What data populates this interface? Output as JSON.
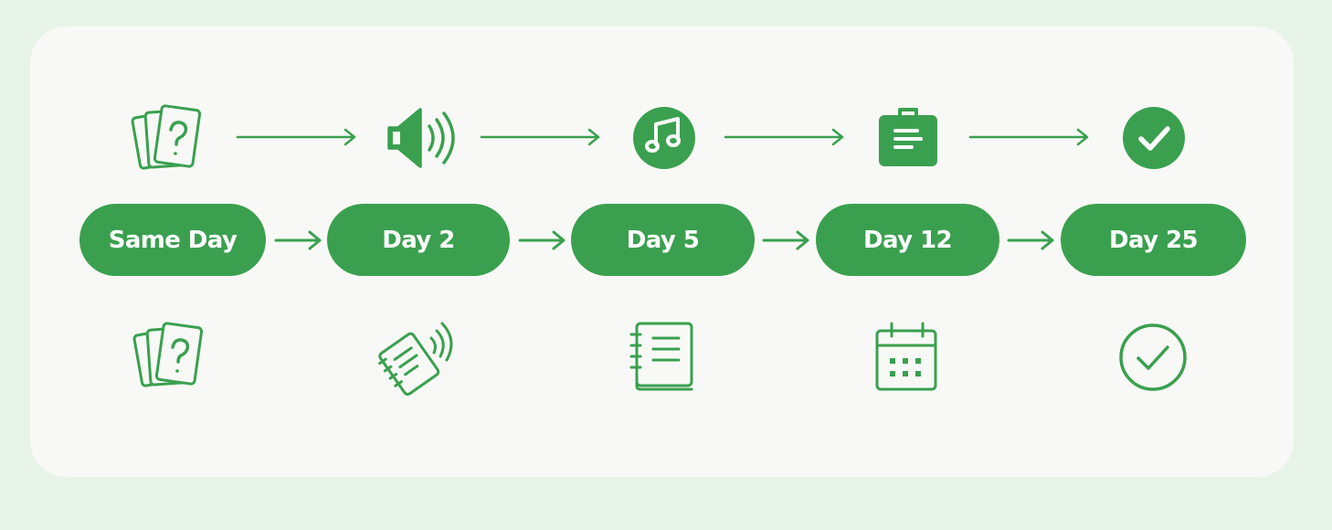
{
  "colors": {
    "accent": "#3aa04f",
    "background": "#e8f4e7",
    "card": "#f8f9f6"
  },
  "steps": [
    {
      "label": "Same Day",
      "top_icon": "flashcards-question-icon",
      "bottom_icon": "flashcards-question-icon"
    },
    {
      "label": "Day 2",
      "top_icon": "speaker-icon",
      "bottom_icon": "notepad-sound-icon"
    },
    {
      "label": "Day 5",
      "top_icon": "music-note-icon",
      "bottom_icon": "notebook-icon"
    },
    {
      "label": "Day 12",
      "top_icon": "briefcase-notes-icon",
      "bottom_icon": "calendar-icon"
    },
    {
      "label": "Day 25",
      "top_icon": "check-circle-filled-icon",
      "bottom_icon": "check-circle-outline-icon"
    }
  ]
}
